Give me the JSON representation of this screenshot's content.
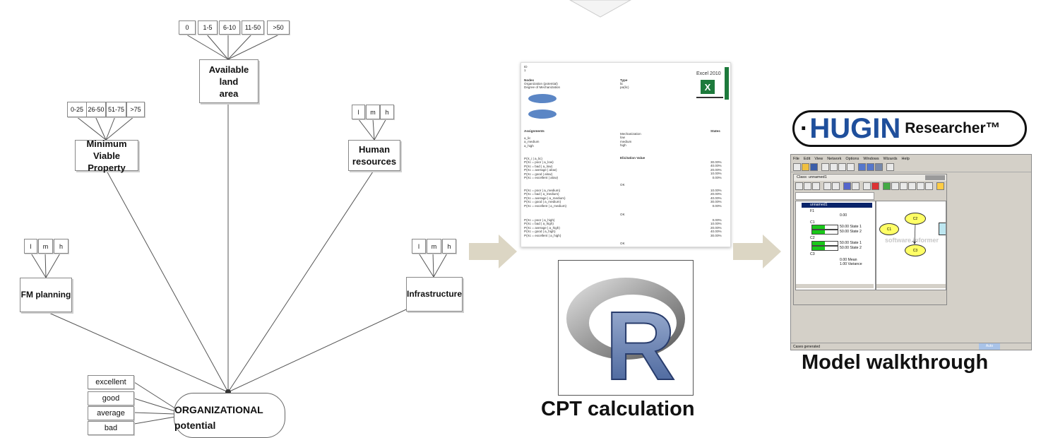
{
  "diagram": {
    "nodes": {
      "land": {
        "label_1": "Available land",
        "label_2": "area",
        "states": [
          "0",
          "1-5",
          "6-10",
          "11-50",
          ">50"
        ]
      },
      "mvp": {
        "label_1": "Minimum",
        "label_2": "Viable Property",
        "states": [
          "0-25",
          "26-50",
          "51-75",
          ">75"
        ]
      },
      "human": {
        "label_1": "Human",
        "label_2": "resources",
        "states": [
          "l",
          "m",
          "h"
        ]
      },
      "fm": {
        "label": "FM planning",
        "states": [
          "l",
          "m",
          "h"
        ]
      },
      "infra": {
        "label": "Infrastructure",
        "states": [
          "l",
          "m",
          "h"
        ]
      },
      "org": {
        "label_1": "ORGANIZATIONAL",
        "label_2": "potential",
        "states": [
          "excellent",
          "good",
          "average",
          "bad"
        ]
      }
    }
  },
  "cpt_doc": {
    "header": "ID\n1",
    "nodes_title": "Nodes",
    "nodes_lines": "Organization (potential)\nDegree of Mechanization",
    "type_title": "Type",
    "type_lines": "lic\npa(lic)",
    "excel_label": "Excel 2010",
    "assignments_title": "Assignments",
    "states_title": "States",
    "mech_lines": "Mechanization\nlow\nmedium\nhigh",
    "assign_lines": "a_lic\na_medium\na_high",
    "elicit_title": "Elicitation Value",
    "block1": "P(X_i | a_lic)\nP(Xc = poor | a_low)\nP(Xc = bad | a_low)\nP(Xc = average | alow)\nP(Xc = good | alow)\nP(Xc = excellent | alow)",
    "vals1": "30.00%\n40.00%\n20.00%\n10.00%\n0.00%",
    "block2": "P(Xc = poor | a_medium)\nP(Xc = bad | a_medium)\nP(Xc = average | a_medium)\nP(Xc = good | a_medium)\nP(Xc = excellent | a_medium)",
    "vals2": "10.00%\n20.00%\n40.00%\n30.00%\n0.00%",
    "block3": "P(Xc = poor | a_high)\nP(Xc = bad | a_high)\nP(Xc = average | a_high)\nP(Xc = good | a_high)\nP(Xc = excellent | a_high)",
    "vals3": "0.00%\n10.00%\n20.00%\n40.00%\n30.00%",
    "ok": "OK"
  },
  "r_logo": {
    "letter": "R"
  },
  "captions": {
    "cpt": "CPT calculation",
    "model": "Model walkthrough"
  },
  "hugin": {
    "logo_dot": "·",
    "logo_word": "HUGIN",
    "logo_suffix": "Researcher™",
    "menu": [
      "File",
      "Edit",
      "View",
      "Network",
      "Options",
      "Windows",
      "Wizards",
      "Help"
    ],
    "class_title": "Class: unnamed1",
    "tree_root": "unnamed1",
    "tree_items": [
      "F1",
      "C1",
      "C2",
      "C3"
    ],
    "f1_val": "0.00",
    "c1_rows": [
      "50.00 State 1",
      "50.00 State 2"
    ],
    "c2_rows": [
      "50.00 State 1",
      "50.00 State 2"
    ],
    "c3_rows": [
      "0.00 Mean",
      "1.00 Variance"
    ],
    "graph_nodes": [
      "C1",
      "C2",
      "C3"
    ],
    "watermark": "software.informer",
    "status": "Cases generated",
    "status_right": "Auto"
  },
  "colors": {
    "arrow": "#dcd6c4",
    "excel_green": "#1d7a3c",
    "hugin_blue": "#1f4f9c",
    "node_yellow": "#ffff66",
    "bar_green": "#19c819"
  }
}
